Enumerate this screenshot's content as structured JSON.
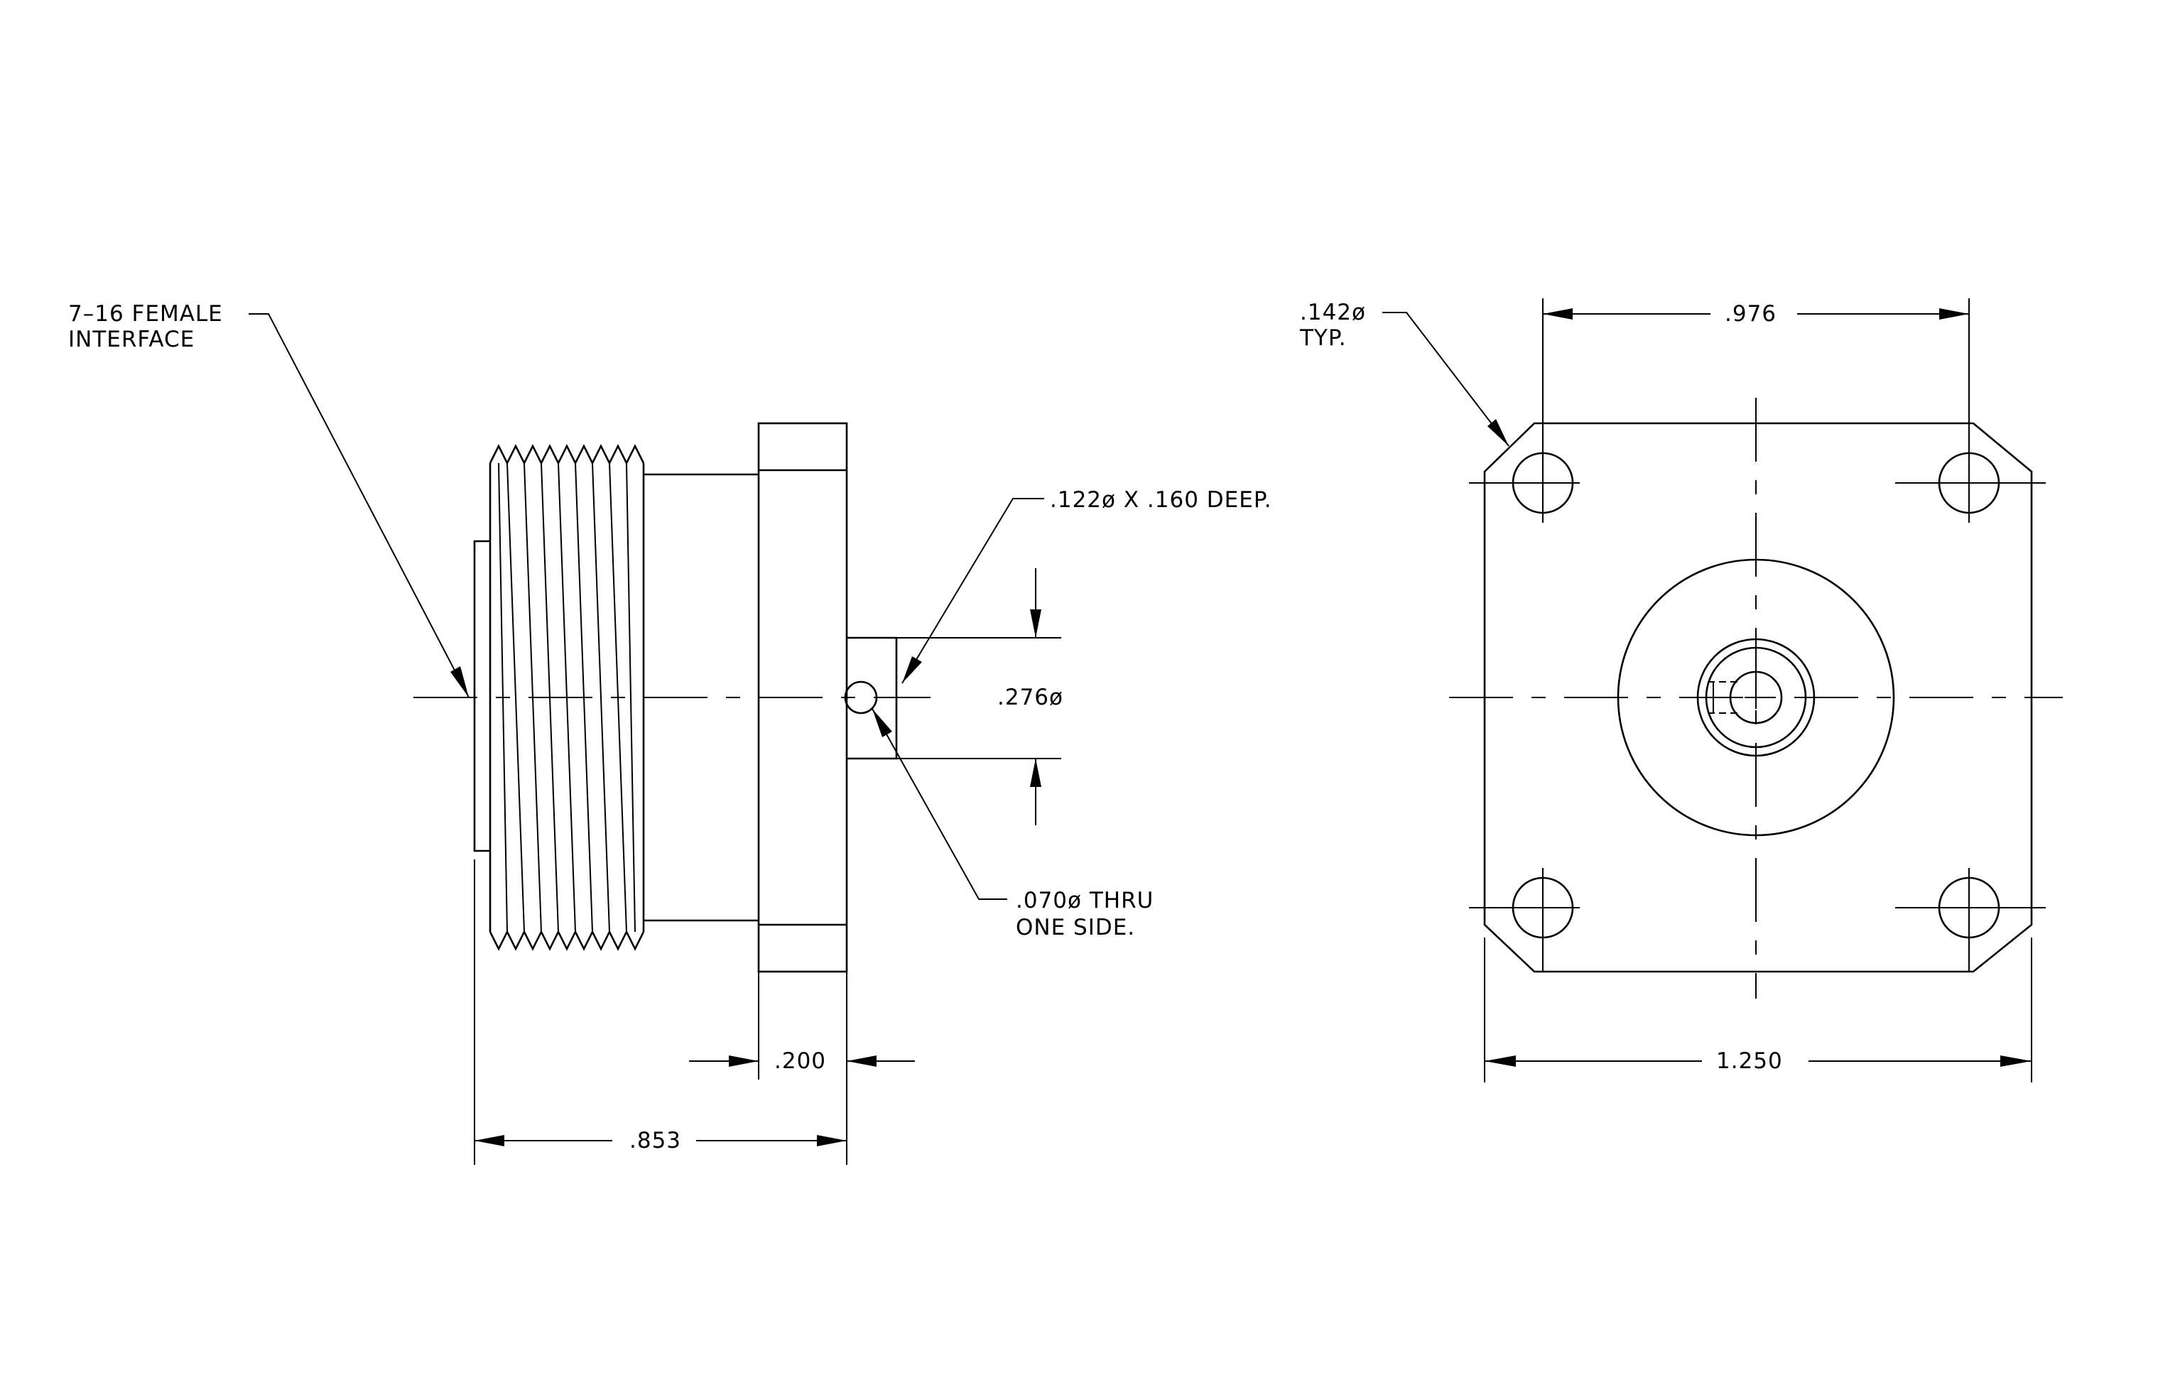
{
  "side_view": {
    "interface_note": [
      "7–16 FEMALE",
      "INTERFACE"
    ],
    "hole_note": ".122ø X .160 DEEP.",
    "diameter_dim": ".276ø",
    "thru_note": [
      ".070ø THRU",
      "ONE SIDE."
    ],
    "flange_thickness_dim": ".200",
    "overall_length_dim": ".853"
  },
  "front_view": {
    "hole_dia_note": [
      ".142ø",
      "TYP."
    ],
    "hole_spacing_dim": ".976",
    "flange_width_dim": "1.250"
  }
}
